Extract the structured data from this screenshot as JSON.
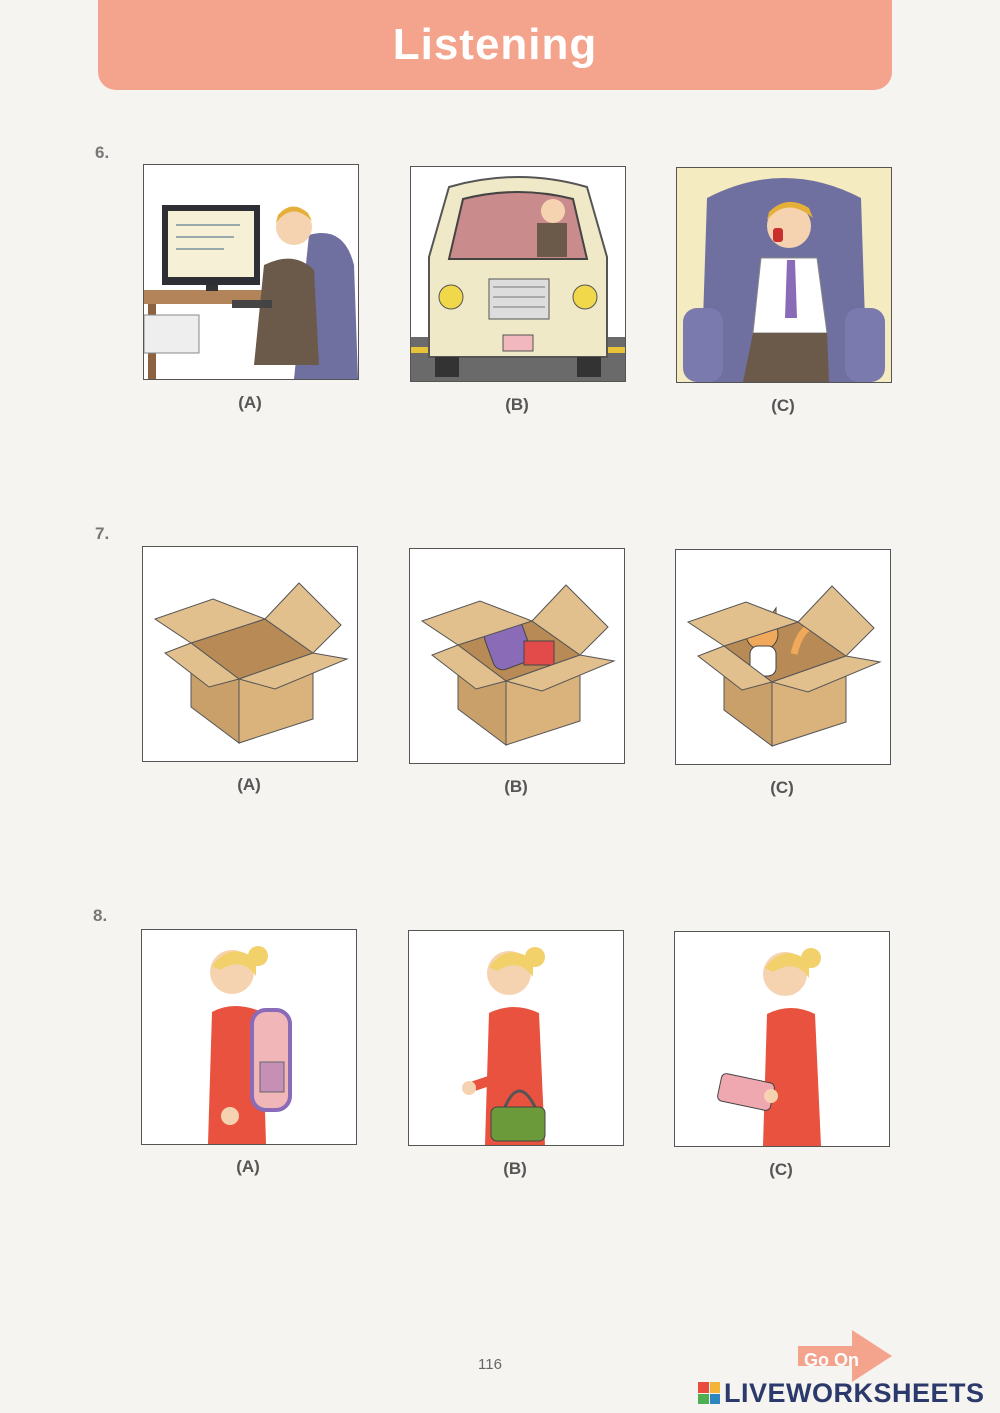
{
  "header": {
    "title": "Listening"
  },
  "questions": [
    {
      "number": "6.",
      "options": [
        "(A)",
        "(B)",
        "(C)"
      ],
      "pictures": [
        "man-at-computer-icon",
        "man-driving-car-icon",
        "man-on-phone-in-armchair-icon"
      ]
    },
    {
      "number": "7.",
      "options": [
        "(A)",
        "(B)",
        "(C)"
      ],
      "pictures": [
        "empty-box-icon",
        "box-with-toys-icon",
        "box-with-cat-icon"
      ]
    },
    {
      "number": "8.",
      "options": [
        "(A)",
        "(B)",
        "(C)"
      ],
      "pictures": [
        "woman-with-backpack-icon",
        "woman-with-handbag-icon",
        "woman-with-clutch-icon"
      ]
    }
  ],
  "footer": {
    "page_number": "116",
    "go_on_label": "Go On",
    "brand": "LIVEWORKSHEETS"
  },
  "colors": {
    "header": "#f4a48c",
    "box": "#d9b27c",
    "dress": "#e8523e",
    "chair": "#6f6fa0"
  }
}
